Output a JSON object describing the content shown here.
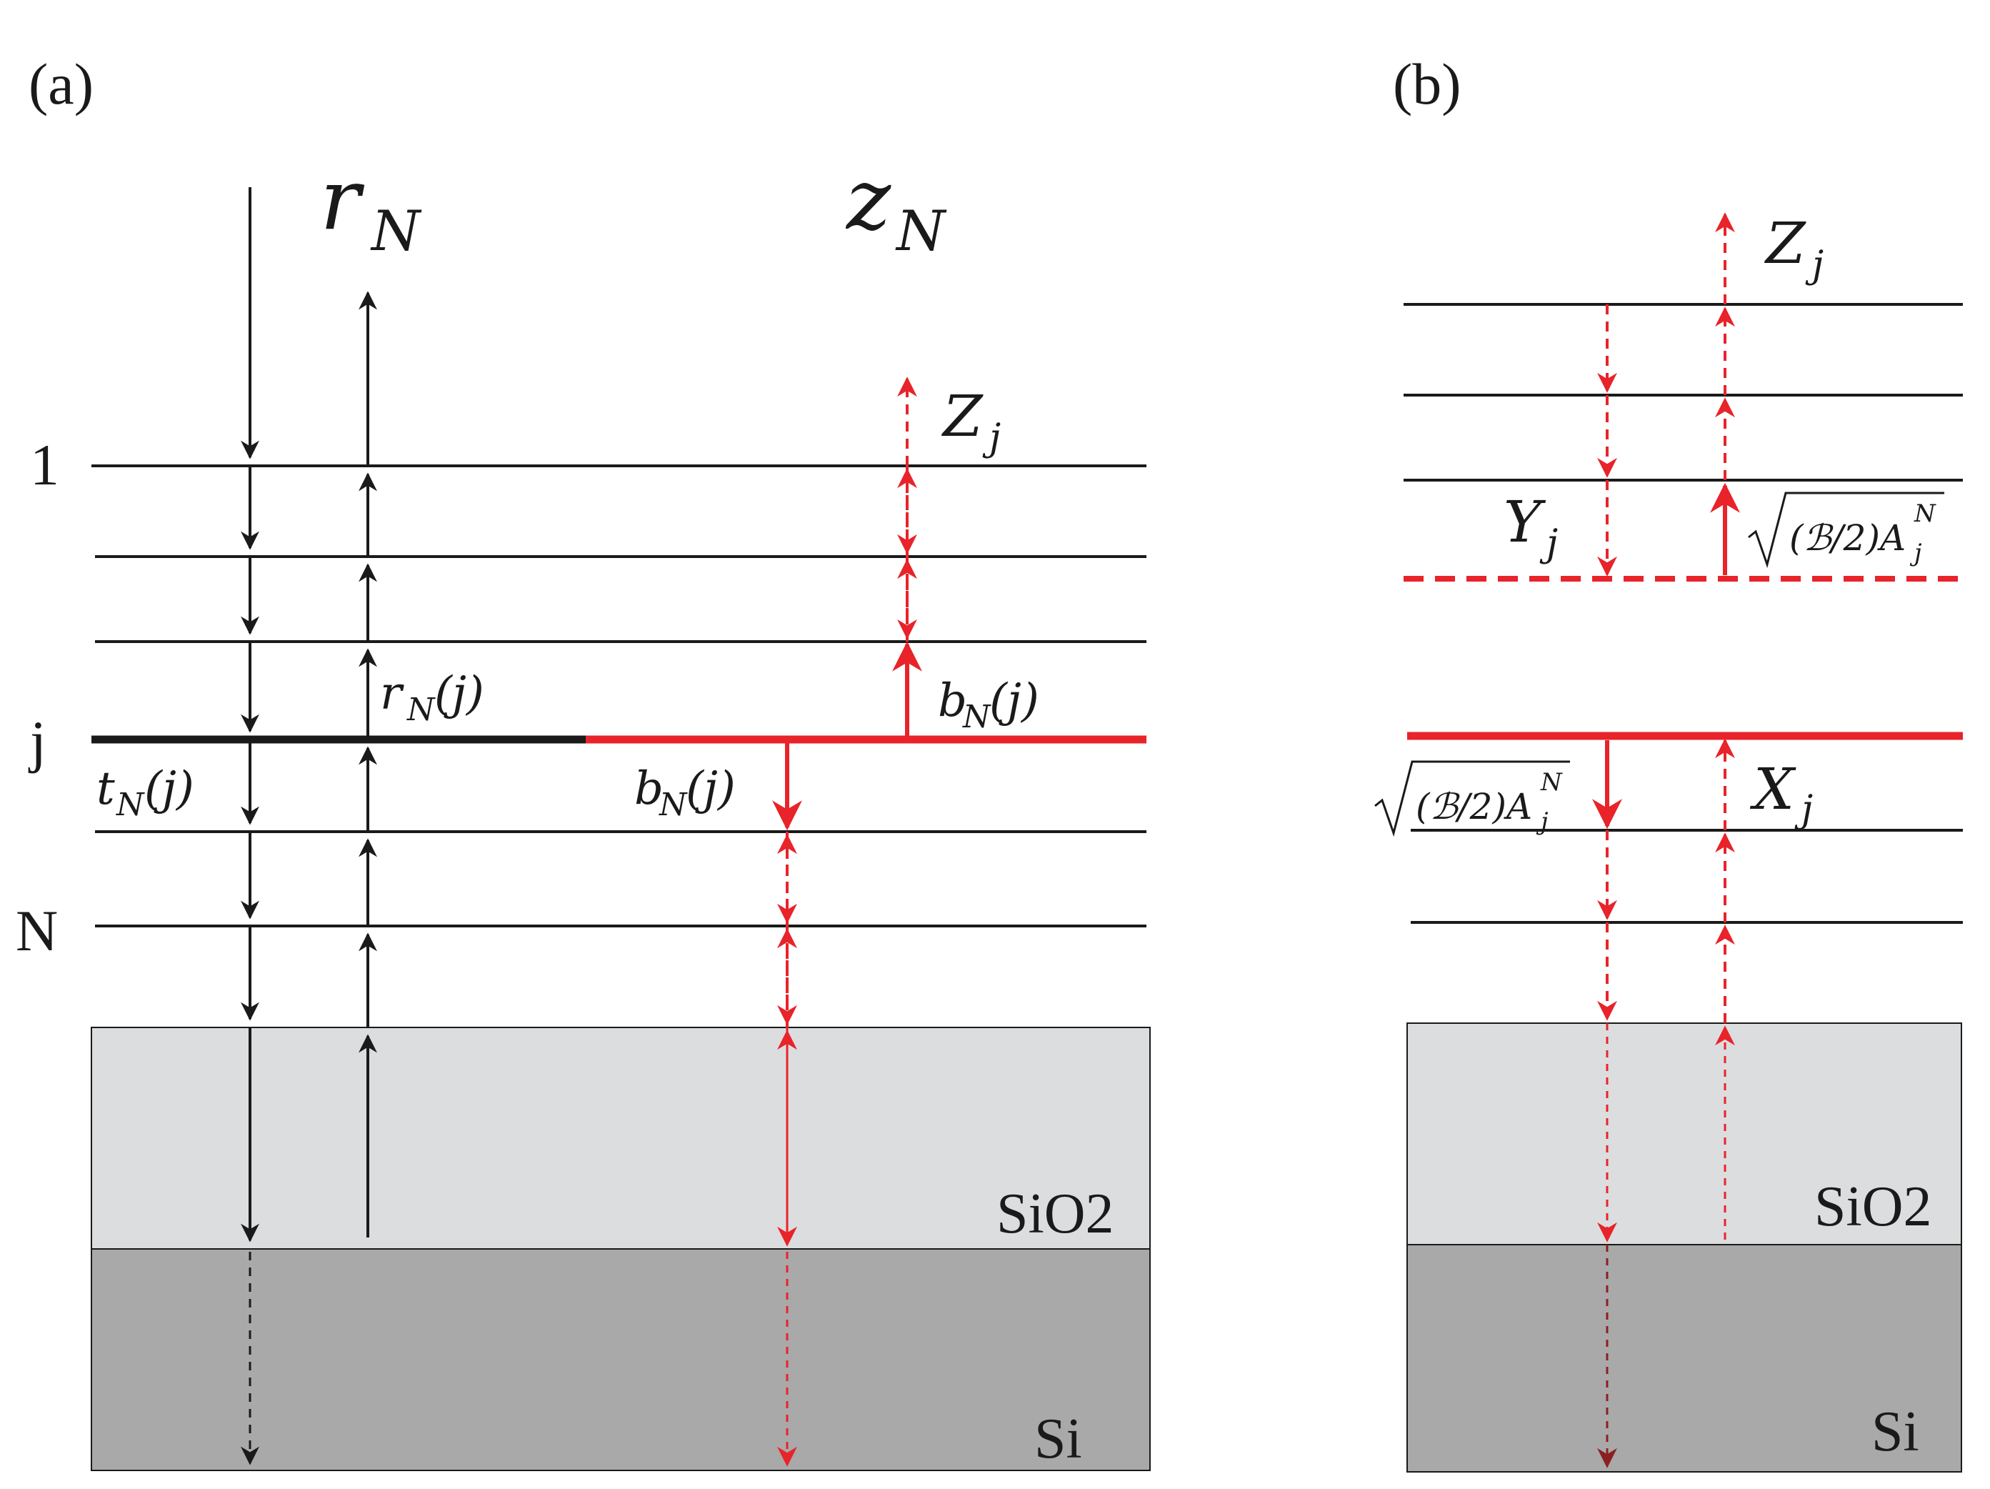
{
  "panel_a": {
    "label": "(a)",
    "top_labels": {
      "r": "r",
      "r_sub": "N",
      "z": "z",
      "z_sub": "N"
    },
    "layer_labels": {
      "first": "1",
      "middle": "j",
      "last": "N"
    },
    "Z": "Z",
    "Z_sub": "j",
    "r_of_j": {
      "base": "r",
      "sub": "N",
      "arg": "(j)"
    },
    "t_of_j": {
      "base": "t",
      "sub": "N",
      "arg": "(j)"
    },
    "b_up": {
      "base": "b",
      "sub": "N",
      "arg": "(j)"
    },
    "b_down": {
      "base": "b",
      "sub": "N",
      "arg": "(j)"
    },
    "substrate_labels": {
      "oxide": "SiO2",
      "silicon": "Si"
    }
  },
  "panel_b": {
    "label": "(b)",
    "Z": "Z",
    "Z_sub": "j",
    "Y": "Y",
    "Y_sub": "j",
    "X": "X",
    "X_sub": "j",
    "source_upper": {
      "inner": "(ℬ/2)A",
      "sup": "N",
      "sub": "j"
    },
    "source_lower": {
      "inner": "(ℬ/2)A",
      "sup": "N",
      "sub": "j"
    },
    "substrate_labels": {
      "oxide": "SiO2",
      "silicon": "Si"
    }
  },
  "colors": {
    "line": "#1a1a1a",
    "accent_red": "#e8232a",
    "oxide_fill": "#dcdddf",
    "silicon_fill": "#a9a9a9",
    "dark_red": "#8b2020"
  }
}
